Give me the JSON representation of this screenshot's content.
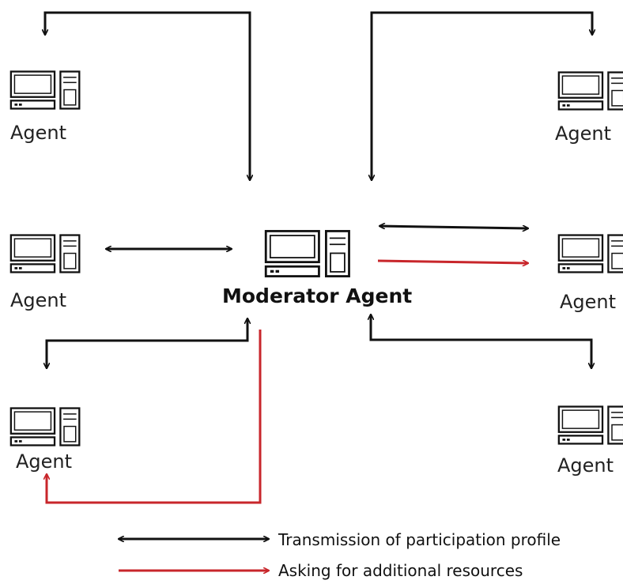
{
  "nodes": {
    "moderator": "Moderator Agent",
    "agent_top_left": "Agent",
    "agent_top_right": "Agent",
    "agent_mid_left": "Agent",
    "agent_mid_right": "Agent",
    "agent_bottom_left": "Agent",
    "agent_bottom_right": "Agent"
  },
  "legend": {
    "black_label": "Transmission of participation profile",
    "red_label": "Asking for additional resources"
  },
  "colors": {
    "black_arrow": "#111111",
    "red_arrow": "#c8262b"
  }
}
